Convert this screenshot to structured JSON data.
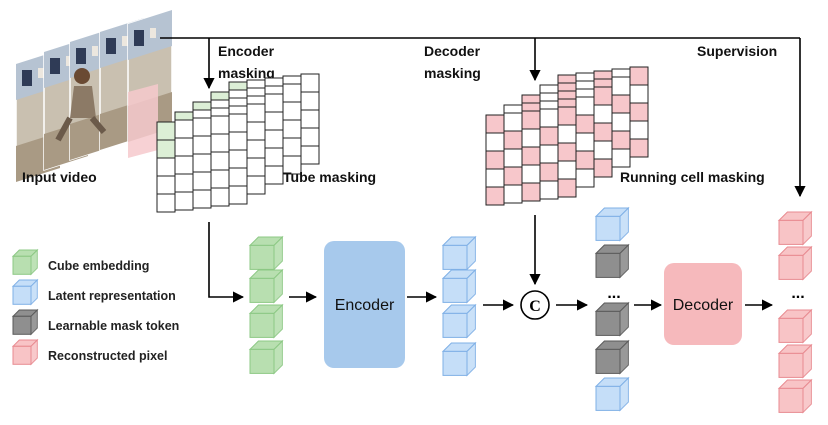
{
  "labels": {
    "input_video": "Input video",
    "encoder_masking": [
      "Encoder",
      "masking"
    ],
    "decoder_masking": [
      "Decoder",
      "masking"
    ],
    "supervision": "Supervision",
    "tube_masking": "Tube masking",
    "running_cell_masking": "Running cell masking"
  },
  "blocks": {
    "encoder": "Encoder",
    "decoder": "Decoder",
    "concat": "C"
  },
  "ellipsis": "...",
  "legend": [
    {
      "label": "Cube embedding",
      "color": "#b8dfb0",
      "edge": "#8cc884"
    },
    {
      "label": "Latent representation",
      "color": "#c5def8",
      "edge": "#7fb0e6"
    },
    {
      "label": "Learnable mask token",
      "color": "#8f8f8f",
      "edge": "#5a5a5a"
    },
    {
      "label": "Reconstructed pixel",
      "color": "#f8c4c6",
      "edge": "#e88a90"
    }
  ],
  "colors": {
    "encoder_block": "#a7c9ec",
    "decoder_block": "#f6b9bc",
    "green_cell": "#dcefd6",
    "red_cell": "#f7c7cb"
  }
}
